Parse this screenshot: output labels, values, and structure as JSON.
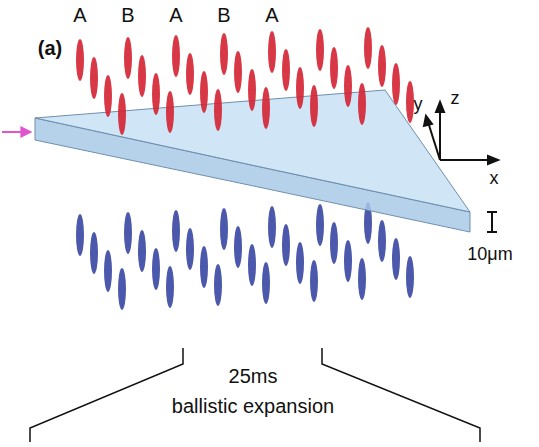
{
  "diagram": {
    "labels": [
      "(a)",
      "A",
      "B",
      "A",
      "B",
      "A",
      "y",
      "z",
      "x",
      "10μm",
      "25ms",
      "ballistic expansion"
    ]
  }
}
